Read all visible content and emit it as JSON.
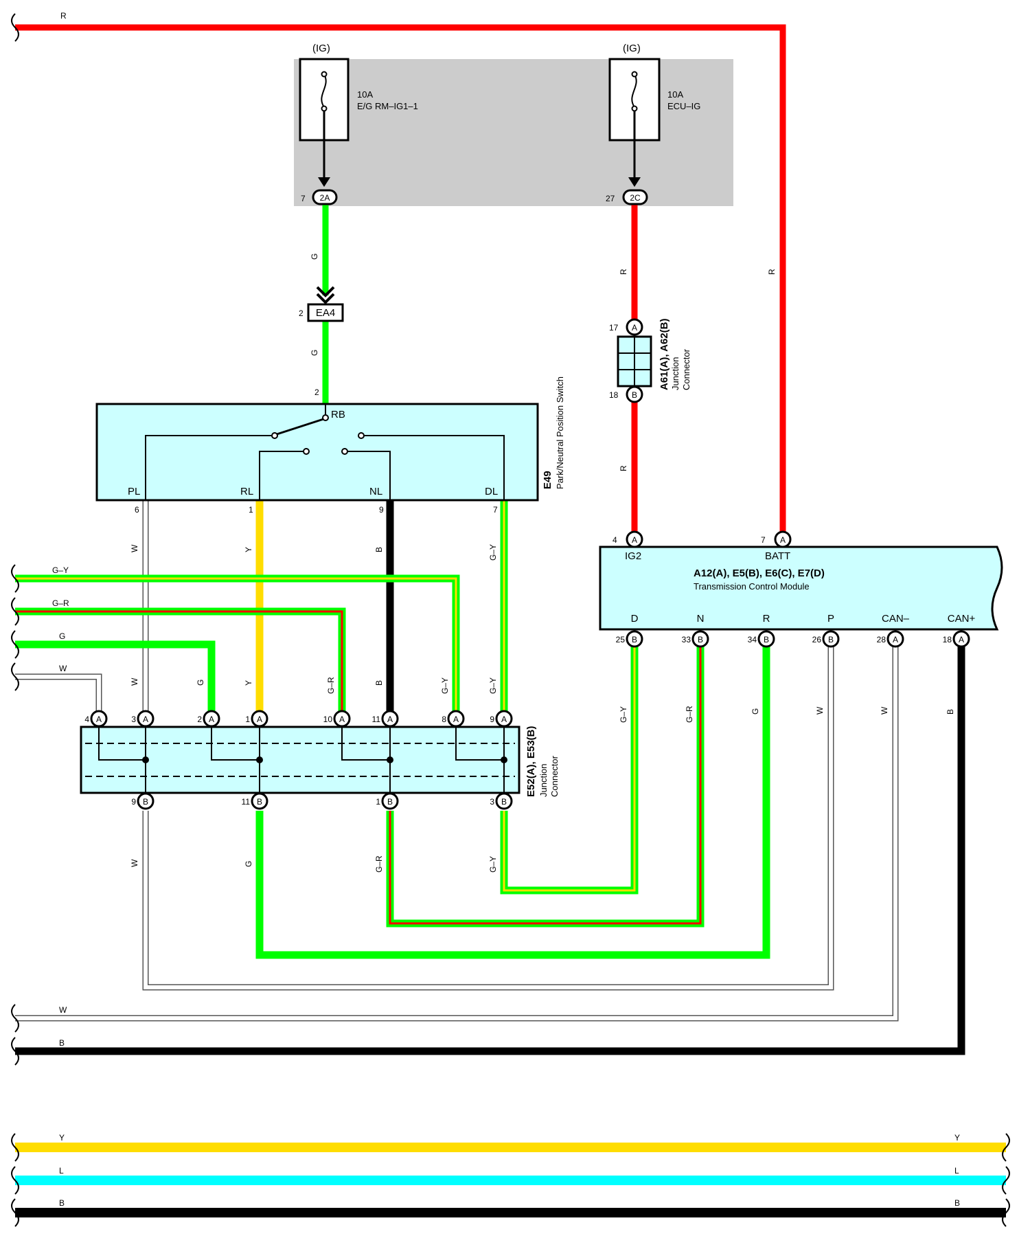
{
  "colors": {
    "R": "#ff0000",
    "G": "#00ff00",
    "Y": "#ffdd00",
    "L": "#00ffff",
    "B": "#000000",
    "W": "#ffffff",
    "box_fill": "#ccffff",
    "gray_area": "#cccccc"
  },
  "fuses": [
    {
      "ig": "(IG)",
      "rating": "10A",
      "name": "E/G RM–IG1–1",
      "pin": "7",
      "conn": "2A"
    },
    {
      "ig": "(IG)",
      "rating": "10A",
      "name": "ECU–IG",
      "pin": "27",
      "conn": "2C"
    }
  ],
  "ea4": {
    "pin": "2",
    "label": "EA4"
  },
  "a61": {
    "pinA": "17",
    "pinB": "18",
    "conn": "A",
    "connB": "B",
    "code": "A61(A), A62(B)",
    "line1": "Junction",
    "line2": "Connector"
  },
  "switch": {
    "code": "E49",
    "name": "Park/Neutral Position Switch",
    "rb": "RB",
    "rb_pin": "2",
    "terminals": [
      {
        "label": "PL",
        "pin": "6"
      },
      {
        "label": "RL",
        "pin": "1"
      },
      {
        "label": "NL",
        "pin": "9"
      },
      {
        "label": "DL",
        "pin": "7"
      }
    ]
  },
  "tcm": {
    "code": "A12(A), E5(B), E6(C), E7(D)",
    "name": "Transmission Control Module",
    "top": [
      {
        "label": "IG2",
        "pin": "4",
        "conn": "A"
      },
      {
        "label": "BATT",
        "pin": "7",
        "conn": "A"
      }
    ],
    "bottom": [
      {
        "label": "D",
        "pin": "25",
        "conn": "B"
      },
      {
        "label": "N",
        "pin": "33",
        "conn": "B"
      },
      {
        "label": "R",
        "pin": "34",
        "conn": "B"
      },
      {
        "label": "P",
        "pin": "26",
        "conn": "B"
      },
      {
        "label": "CAN–",
        "pin": "28",
        "conn": "A"
      },
      {
        "label": "CAN+",
        "pin": "18",
        "conn": "A"
      }
    ]
  },
  "e52": {
    "code": "E52(A), E53(B)",
    "line1": "Junction",
    "line2": "Connector",
    "top": [
      {
        "pin": "4",
        "conn": "A"
      },
      {
        "pin": "3",
        "conn": "A"
      },
      {
        "pin": "2",
        "conn": "A"
      },
      {
        "pin": "1",
        "conn": "A"
      },
      {
        "pin": "10",
        "conn": "A"
      },
      {
        "pin": "11",
        "conn": "A"
      },
      {
        "pin": "8",
        "conn": "A"
      },
      {
        "pin": "9",
        "conn": "A"
      }
    ],
    "bottom": [
      {
        "pin": "9",
        "conn": "B"
      },
      {
        "pin": "11",
        "conn": "B"
      },
      {
        "pin": "1",
        "conn": "B"
      },
      {
        "pin": "3",
        "conn": "B"
      }
    ]
  },
  "wire_labels": {
    "R": "R",
    "G": "G",
    "W": "W",
    "Y": "Y",
    "B": "B",
    "L": "L",
    "GY": "G–Y",
    "GR": "G–R"
  }
}
